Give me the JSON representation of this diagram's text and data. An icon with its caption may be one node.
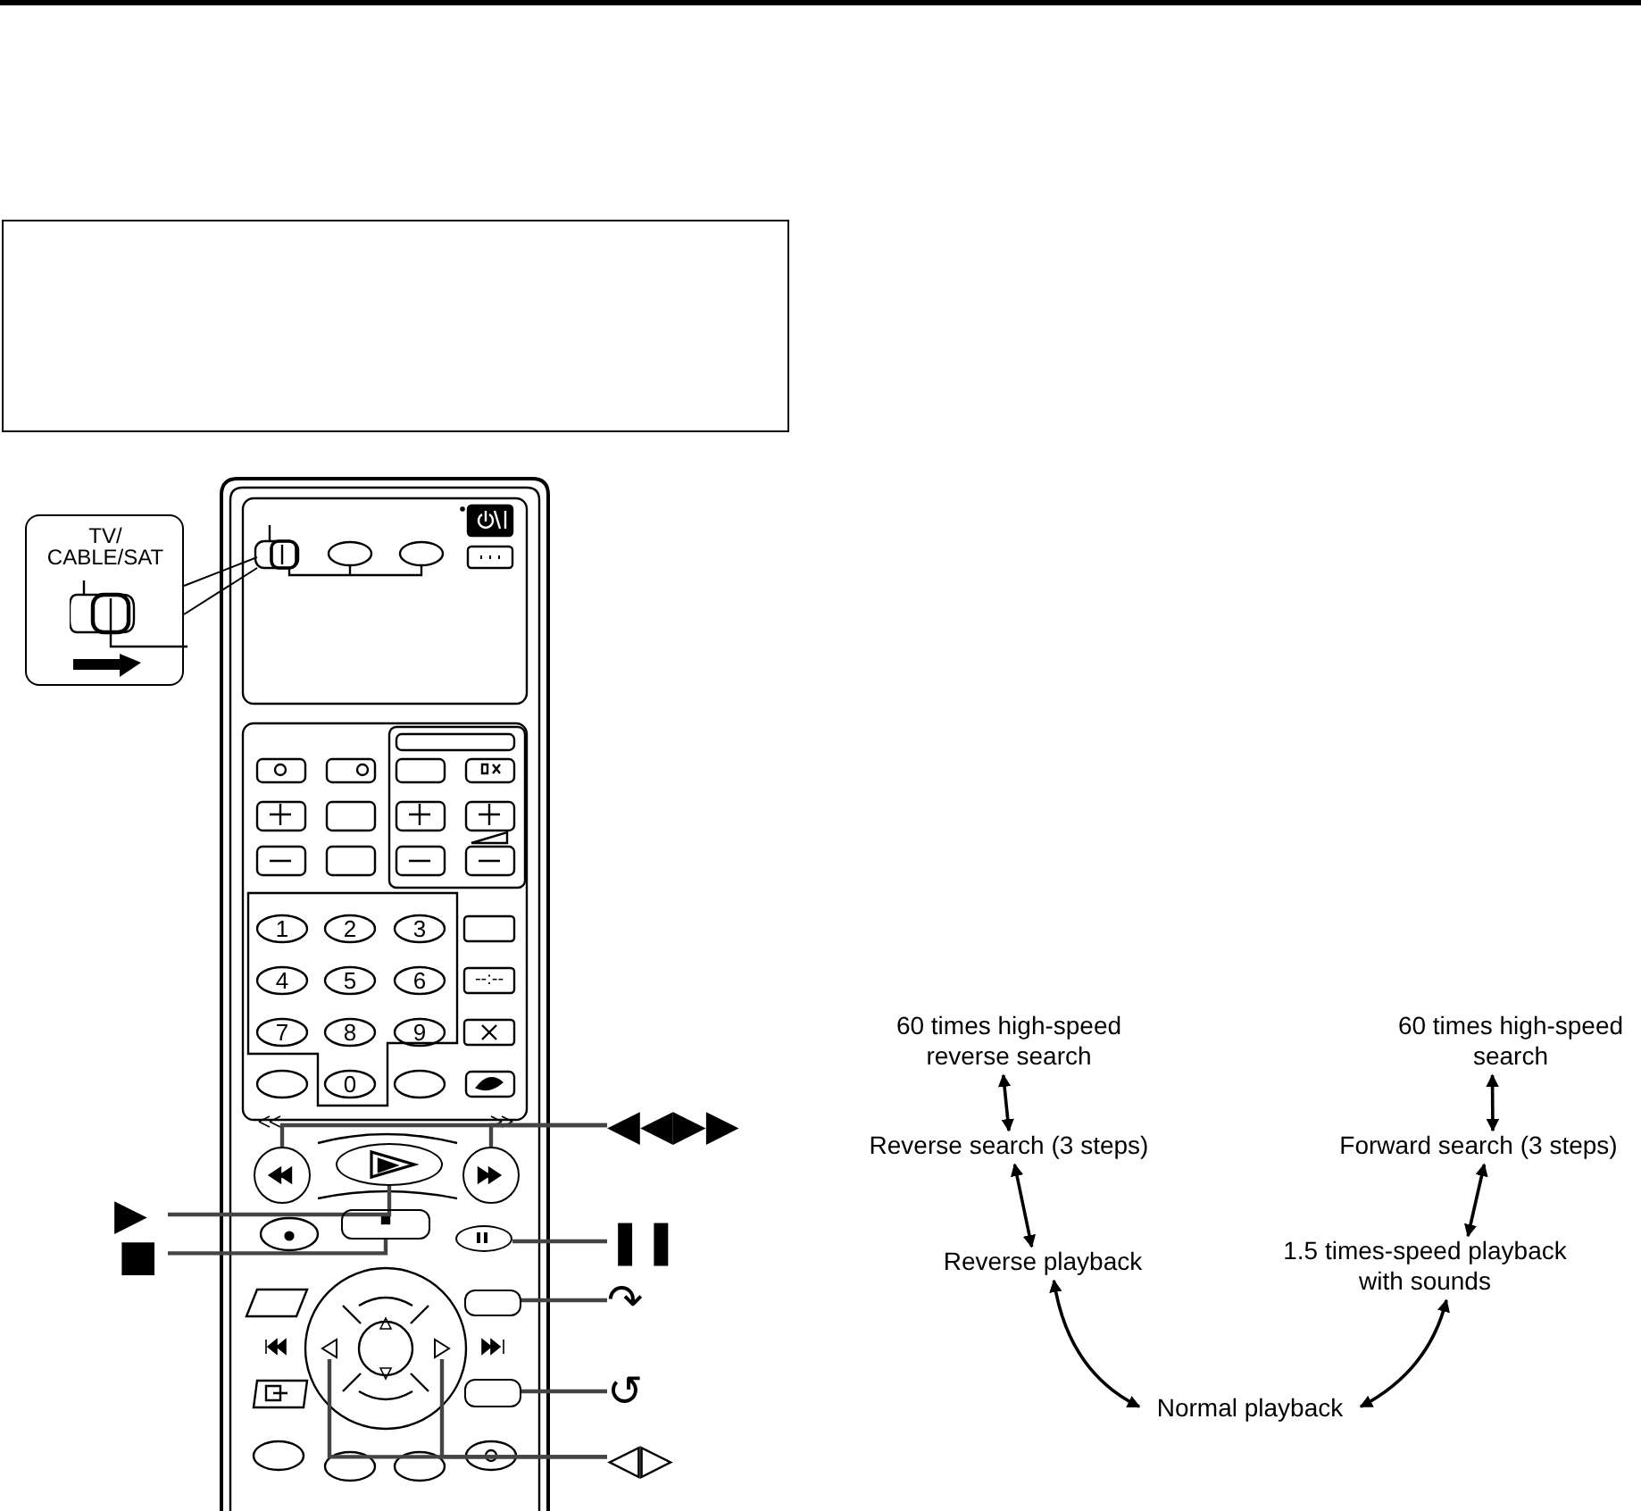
{
  "diagram": {
    "nodes": [
      {
        "text": [
          "TV/ CABLE/SAT"
        ]
      },
      {
        "text": [
          "◀◀▶▶"
        ]
      },
      {
        "text": [],
        "shape": "circle"
      },
      {
        "text": [],
        "shape": "circle"
      },
      {
        "text": [
          "▶"
        ]
      },
      {
        "text": [],
        "shape": "oval"
      },
      {
        "text": [
          "■"
        ]
      },
      {
        "text": [],
        "shape": "box"
      },
      {
        "text": [
          "❚❚"
        ]
      },
      {
        "text": [],
        "shape": "oval"
      },
      {
        "text": [
          "↷"
        ]
      },
      {
        "text": [],
        "shape": "box"
      },
      {
        "text": [
          "↺"
        ]
      },
      {
        "text": [],
        "shape": "box"
      },
      {
        "text": [
          "◁▷"
        ]
      },
      {
        "text": [],
        "shape": "triangle"
      },
      {
        "text": [],
        "shape": "triangle"
      },
      {
        "text": [
          "60 times high-speed reverse search"
        ]
      },
      {
        "text": [
          "Reverse search (3 steps)"
        ]
      },
      {
        "text": [
          "Reverse playback"
        ]
      },
      {
        "text": [
          "Normal playback"
        ]
      },
      {
        "text": [
          "60 times high-speed search"
        ]
      },
      {
        "text": [
          "Forward search (3 steps)"
        ]
      },
      {
        "text": [
          "1.5 times-speed playback with sounds"
        ]
      }
    ],
    "edges": [
      {
        "from": 1,
        "to": 2,
        "arrow": "none"
      },
      {
        "from": 1,
        "to": 3,
        "arrow": "none"
      },
      {
        "from": 4,
        "to": 5,
        "arrow": "none"
      },
      {
        "from": 6,
        "to": 7,
        "arrow": "none"
      },
      {
        "from": 8,
        "to": 9,
        "arrow": "none"
      },
      {
        "from": 10,
        "to": 11,
        "arrow": "none"
      },
      {
        "from": 12,
        "to": 13,
        "arrow": "none"
      },
      {
        "from": 14,
        "to": 15,
        "arrow": "none"
      },
      {
        "from": 14,
        "to": 16,
        "arrow": "none"
      },
      {
        "from": 17,
        "to": 18,
        "arrow": "both"
      },
      {
        "from": 18,
        "to": 19,
        "arrow": "both"
      },
      {
        "from": 19,
        "to": 20,
        "arrow": "both"
      },
      {
        "from": 20,
        "to": 23,
        "arrow": "both"
      },
      {
        "from": 23,
        "to": 22,
        "arrow": "both"
      },
      {
        "from": 22,
        "to": 21,
        "arrow": "both"
      }
    ],
    "labels": [
      "1",
      "2",
      "3",
      "4",
      "5",
      "6",
      "7",
      "8",
      "9",
      "0",
      "--:--"
    ]
  }
}
